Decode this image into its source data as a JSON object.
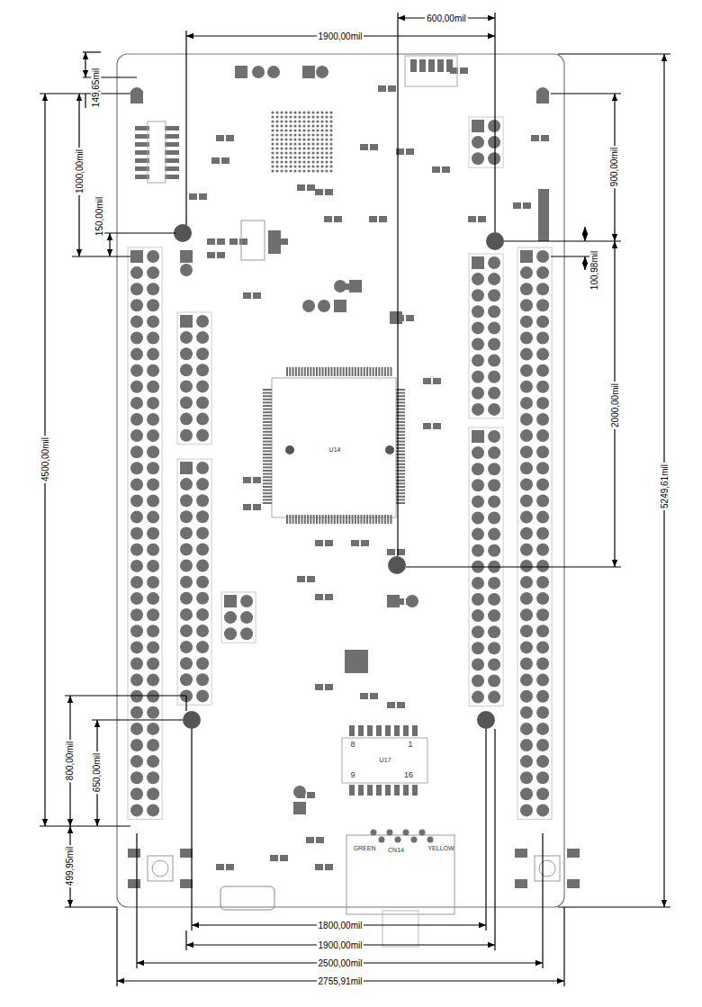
{
  "diagram": {
    "labels": [
      "600,00mil",
      "1900,00mil",
      "149,65mil",
      "1000,00mil",
      "150,00mil",
      "4500,00mil",
      "900,00mil",
      "100,98mil",
      "2000,00mil",
      "5249,61mil",
      "800,00mil",
      "650,00mil",
      "499,95mil",
      "1800,00mil",
      "1900,00mil",
      "2500,00mil",
      "2755,91mil",
      "CN14",
      "GREEN",
      "YELLOW",
      "U14",
      "U17",
      "8",
      "1",
      "9",
      "16"
    ]
  }
}
